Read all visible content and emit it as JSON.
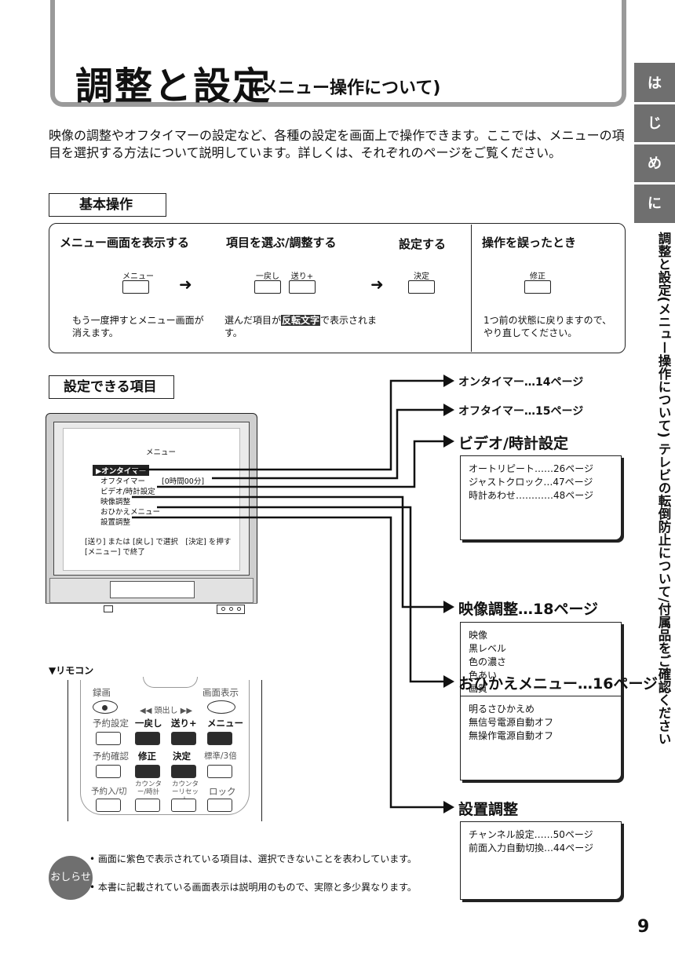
{
  "title": {
    "main": "調整と設定",
    "sub": "(メニュー操作について)"
  },
  "side_tab": {
    "chars": [
      "は",
      "じ",
      "め",
      "に"
    ],
    "vertical_text": "調整と設定(メニュー操作について) テレビの転倒防止について/付属品をご確認ください"
  },
  "intro": "映像の調整やオフタイマーの設定など、各種の設定を画面上で操作できます。ここでは、メニューの項目を選択する方法について説明しています。詳しくは、それぞれのページをご覧ください。",
  "basic": {
    "heading": "基本操作",
    "steps": [
      {
        "title": "メニュー画面を表示する",
        "buttons": [
          "メニュー"
        ],
        "note": "もう一度押すとメニュー画面が消えます。"
      },
      {
        "title": "項目を選ぶ/調整する",
        "buttons": [
          "一戻し",
          "送り+"
        ],
        "note_before": "選んだ項目が",
        "note_highlight": "反転文字",
        "note_after": "で表示されます。"
      },
      {
        "title": "設定する",
        "buttons": [
          "決定"
        ]
      },
      {
        "title": "操作を誤ったとき",
        "buttons": [
          "修正"
        ],
        "note": "1つ前の状態に戻りますので、やり直してください。"
      }
    ]
  },
  "settings_heading": "設定できる項目",
  "tv": {
    "menu_title": "メニュー",
    "items": [
      "▶オンタイマー",
      "オフタイマー",
      "ビデオ/時計設定",
      "映像調整",
      "おひかえメニュー",
      "設置調整"
    ],
    "off_timer_value": "[0時間00分]",
    "help_line1": "[送り] または [戻し] で選択　[決定] を押す",
    "help_line2": "[メニュー] で終了"
  },
  "remote": {
    "label": "▼リモコン",
    "top_labels": [
      "録画",
      "画面表示"
    ],
    "skip_label": "◀◀ 頭出し ▶▶",
    "row1": [
      "予約設定",
      "一戻し",
      "送り+",
      "メニュー"
    ],
    "row2": [
      "予約確認",
      "修正",
      "決定",
      "標準/3倍"
    ],
    "row3": [
      "予約入/切",
      "カウンター/時計",
      "カウンターリセット",
      "ロック"
    ]
  },
  "oshirase": {
    "label": "おしらせ",
    "bullets": [
      "画面に紫色で表示されている項目は、選択できないことを表わしています。",
      "本書に記載されている画面表示は説明用のもので、実際と多少異なります。"
    ]
  },
  "right_items": {
    "on_timer": "オンタイマー…14ページ",
    "off_timer": "オフタイマー…15ページ",
    "video": {
      "label": "ビデオ/時計設定",
      "lines": [
        "オートリピート……26ページ",
        "ジャストクロック…47ページ",
        "時計あわせ…………48ページ"
      ]
    },
    "picture": {
      "label": "映像調整…18ページ",
      "lines": [
        "映像",
        "黒レベル",
        "色の濃さ",
        "色あい",
        "画質"
      ]
    },
    "ohikae": {
      "label": "おひかえメニュー…16ページ",
      "lines": [
        "明るさひかえめ",
        "無信号電源自動オフ",
        "無操作電源自動オフ"
      ]
    },
    "setup": {
      "label": "設置調整",
      "lines": [
        "チャンネル設定……50ページ",
        "前面入力自動切換…44ページ"
      ]
    }
  },
  "page_number": "9"
}
